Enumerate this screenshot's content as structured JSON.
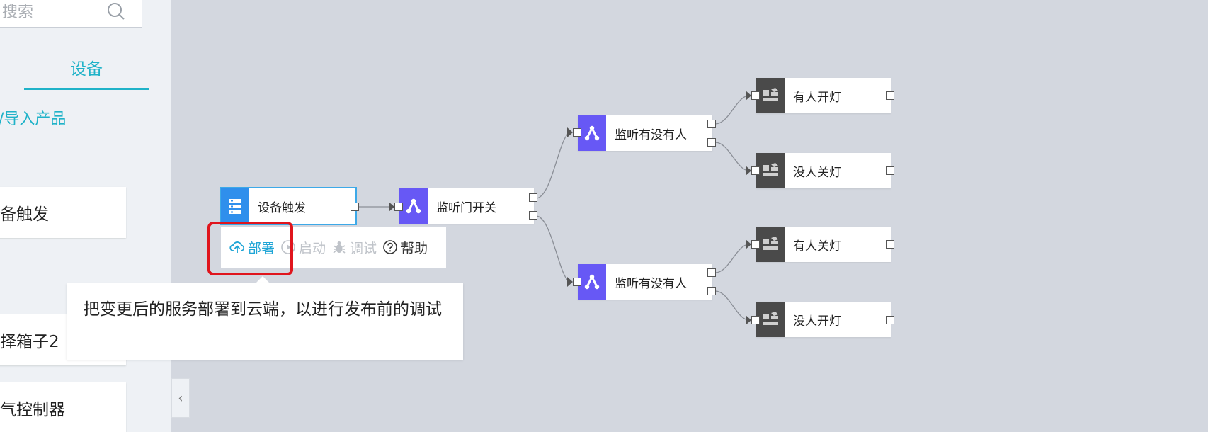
{
  "sidebar": {
    "search": {
      "placeholder": "搜索"
    },
    "tab_label": "设备",
    "import_link": "/导入产品",
    "items": [
      "备触发",
      "择箱子2",
      "气控制器"
    ]
  },
  "flow": {
    "nodes": [
      {
        "id": "trigger",
        "label": "设备触发",
        "icon": "list-icon"
      },
      {
        "id": "listen-door",
        "label": "监听门开关",
        "icon": "branch-icon"
      },
      {
        "id": "listen-1",
        "label": "监听有没有人",
        "icon": "branch-icon"
      },
      {
        "id": "listen-2",
        "label": "监听有没有人",
        "icon": "branch-icon"
      },
      {
        "id": "on-1",
        "label": "有人开灯",
        "icon": "device-icon"
      },
      {
        "id": "off-1",
        "label": "没人关灯",
        "icon": "device-icon"
      },
      {
        "id": "off-2",
        "label": "有人关灯",
        "icon": "device-icon"
      },
      {
        "id": "on-2",
        "label": "没人开灯",
        "icon": "device-icon"
      }
    ]
  },
  "toolbar": {
    "deploy": "部署",
    "start": "启动",
    "debug": "调试",
    "help": "帮助"
  },
  "tooltip": {
    "text": "把变更后的服务部署到云端，以进行发布前的调试"
  },
  "colors": {
    "accent": "#1fb2c8",
    "highlight": "#e0151d",
    "trigger_icon": "#2f8fec",
    "logic_icon": "#6758f5",
    "device_icon": "#4a4a4a"
  }
}
